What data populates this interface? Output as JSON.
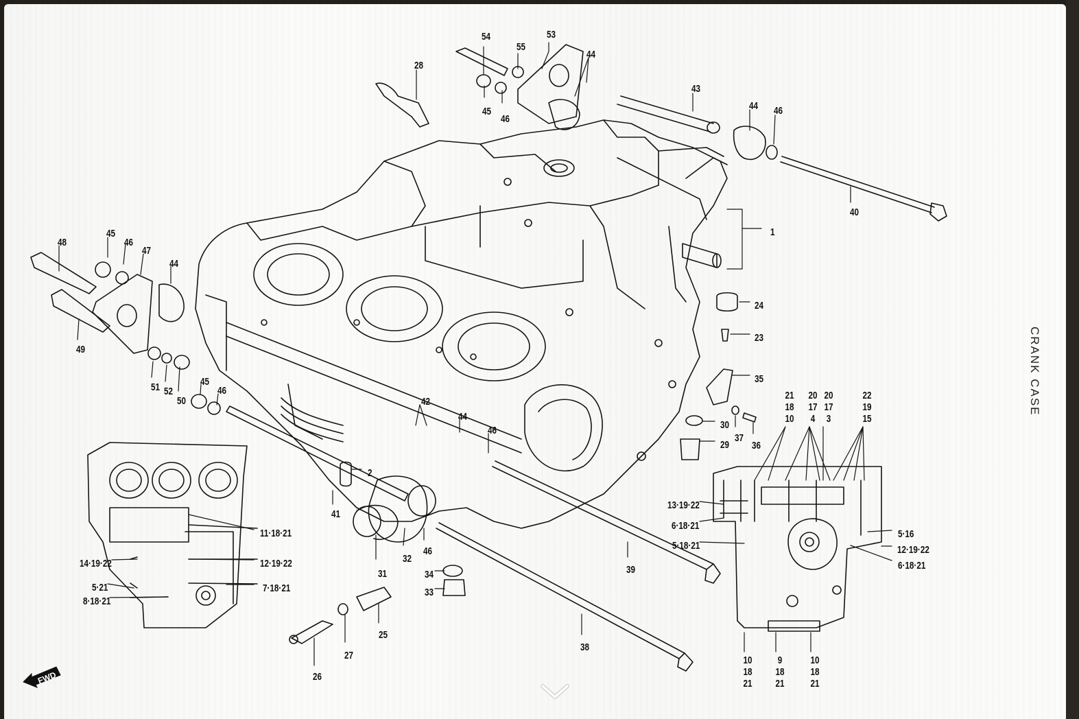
{
  "viewer": {
    "frame_color": "#231f1b",
    "page_color": "#fbfbfa",
    "scroll_down_icon": "chevron-down-icon"
  },
  "diagram": {
    "title": "CRANK CASE",
    "direction_marker": "FWD",
    "callouts": {
      "c54": "54",
      "c55": "55",
      "c53": "53",
      "c44a": "44",
      "c28": "28",
      "c45a": "45",
      "c46a": "46",
      "c43": "43",
      "c44b": "44",
      "c46b": "46",
      "c40": "40",
      "c1": "1",
      "c48": "48",
      "c45b": "45",
      "c46c": "46",
      "c47": "47",
      "c44c": "44",
      "c49": "49",
      "c51": "51",
      "c52": "52",
      "c50": "50",
      "c45c": "45",
      "c46d": "46",
      "c24": "24",
      "c23": "23",
      "c35": "35",
      "c30": "30",
      "c37": "37",
      "c36": "36",
      "c29": "29",
      "c42": "42",
      "c44d": "44",
      "c46e": "46",
      "c2": "2",
      "c41": "41",
      "c31": "31",
      "c32": "32",
      "c46f": "46",
      "c34": "34",
      "c33": "33",
      "c39": "39",
      "c38": "38",
      "c25": "25",
      "c27": "27",
      "c26": "26"
    },
    "left_view_callouts": {
      "l1": "11·18·21",
      "l2": "14·19·22",
      "l3": "12·19·22",
      "l4": "5·21",
      "l5": "7·18·21",
      "l6": "8·18·21"
    },
    "right_view_callouts": {
      "r1": "13·19·22",
      "r2": "6·18·21",
      "r3": "5·18·21",
      "r4": "5·16",
      "r5": "12·19·22",
      "r6": "6·18·21"
    },
    "top_stacks": [
      [
        "21",
        "18",
        "10"
      ],
      [
        "20",
        "17",
        "4"
      ],
      [
        "20",
        "17",
        "3"
      ],
      [
        "22",
        "19",
        "15"
      ]
    ],
    "bottom_stacks": [
      [
        "10",
        "18",
        "21"
      ],
      [
        "9",
        "18",
        "21"
      ],
      [
        "10",
        "18",
        "21"
      ]
    ]
  }
}
